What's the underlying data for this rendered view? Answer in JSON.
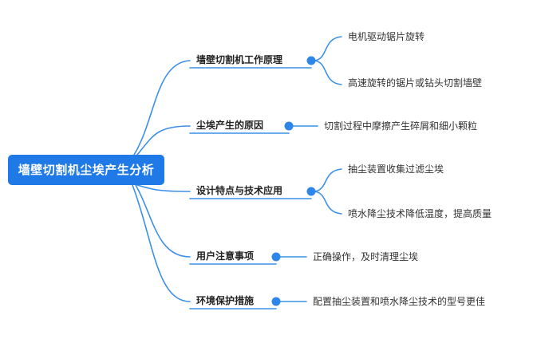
{
  "theme": {
    "accent": "#1f7ae8",
    "line": "#3b8fe8",
    "node": "#2f86ea"
  },
  "root": {
    "label": "墙壁切割机尘埃产生分析"
  },
  "branches": [
    {
      "label": "墙壁切割机工作原理",
      "children": [
        "电机驱动锯片旋转",
        "高速旋转的锯片或钻头切割墙壁"
      ]
    },
    {
      "label": "尘埃产生的原因",
      "children": [
        "切割过程中摩擦产生碎屑和细小颗粒"
      ]
    },
    {
      "label": "设计特点与技术应用",
      "children": [
        "抽尘装置收集过滤尘埃",
        "喷水降尘技术降低温度，提高质量"
      ]
    },
    {
      "label": "用户注意事项",
      "children": [
        "正确操作，及时清理尘埃"
      ]
    },
    {
      "label": "环境保护措施",
      "children": [
        "配置抽尘装置和喷水降尘技术的型号更佳"
      ]
    }
  ]
}
